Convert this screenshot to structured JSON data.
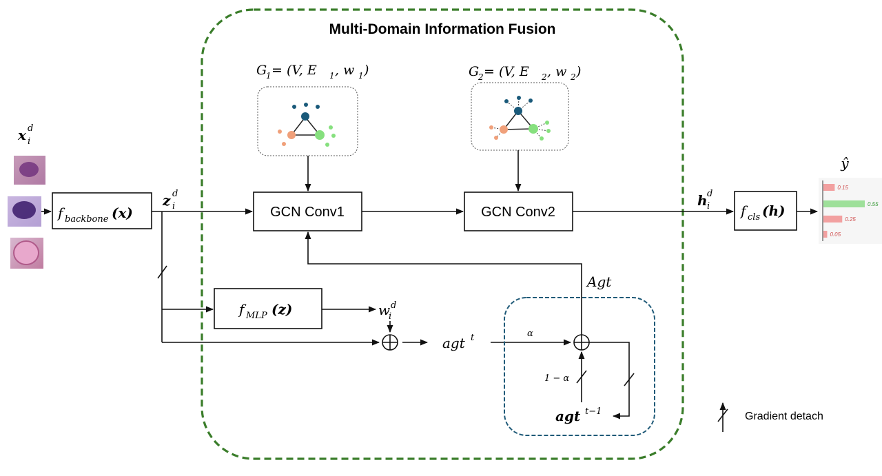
{
  "title": "Multi-Domain Information Fusion",
  "input": {
    "label": "x",
    "sup": "d",
    "sub": "i"
  },
  "backbone": {
    "f": "f",
    "sub": "backbone",
    "arg": "(x)"
  },
  "z_label": {
    "var": "z",
    "sup": "d",
    "sub": "i"
  },
  "gcn1": {
    "label": "GCN Conv1"
  },
  "gcn2": {
    "label": "GCN Conv2"
  },
  "graph1": {
    "label": "G",
    "sub": "1",
    "rest": " = (V, E",
    "esub": "1",
    "w": ", w",
    "wsub": "1",
    "end": ")"
  },
  "graph2": {
    "label": "G",
    "sub": "2",
    "rest": " = (V, E",
    "esub": "2",
    "w": ", w",
    "wsub": "2",
    "end": ")"
  },
  "mlp": {
    "f": "f",
    "sub": "MLP",
    "arg": "(z)"
  },
  "w_label": {
    "var": "w",
    "sup": "d",
    "sub": "i"
  },
  "agt_t": {
    "var": "agt",
    "sup": "t"
  },
  "agt_box": {
    "Agt": "Agt",
    "alpha": "α",
    "one_minus_alpha": "1 − α",
    "prev_var": "agt",
    "prev_sup": "t−1"
  },
  "h_label": {
    "var": "h",
    "sup": "d",
    "sub": "i"
  },
  "cls": {
    "f": "f",
    "sub": "cls",
    "arg": "(h)"
  },
  "yhat": "ŷ",
  "legend": {
    "gradient_detach": "Gradient detach"
  },
  "colors": {
    "fusion_border": "#3a7d2a",
    "agt_border": "#1f5a78",
    "node_blue": "#1a5a7a",
    "node_orange": "#f0a07a",
    "node_green": "#86e07e",
    "bar_red": "#f2a0a0",
    "bar_green": "#9ee09a"
  },
  "chart_data": {
    "type": "bar",
    "orientation": "horizontal",
    "categories": [
      "",
      "",
      "",
      ""
    ],
    "values": [
      0.15,
      0.55,
      0.25,
      0.05
    ],
    "value_labels": [
      "0.15",
      "0.55",
      "0.25",
      "0.05"
    ],
    "series_colors": [
      "#f2a0a0",
      "#9ee09a",
      "#f2a0a0",
      "#f2a0a0"
    ]
  }
}
